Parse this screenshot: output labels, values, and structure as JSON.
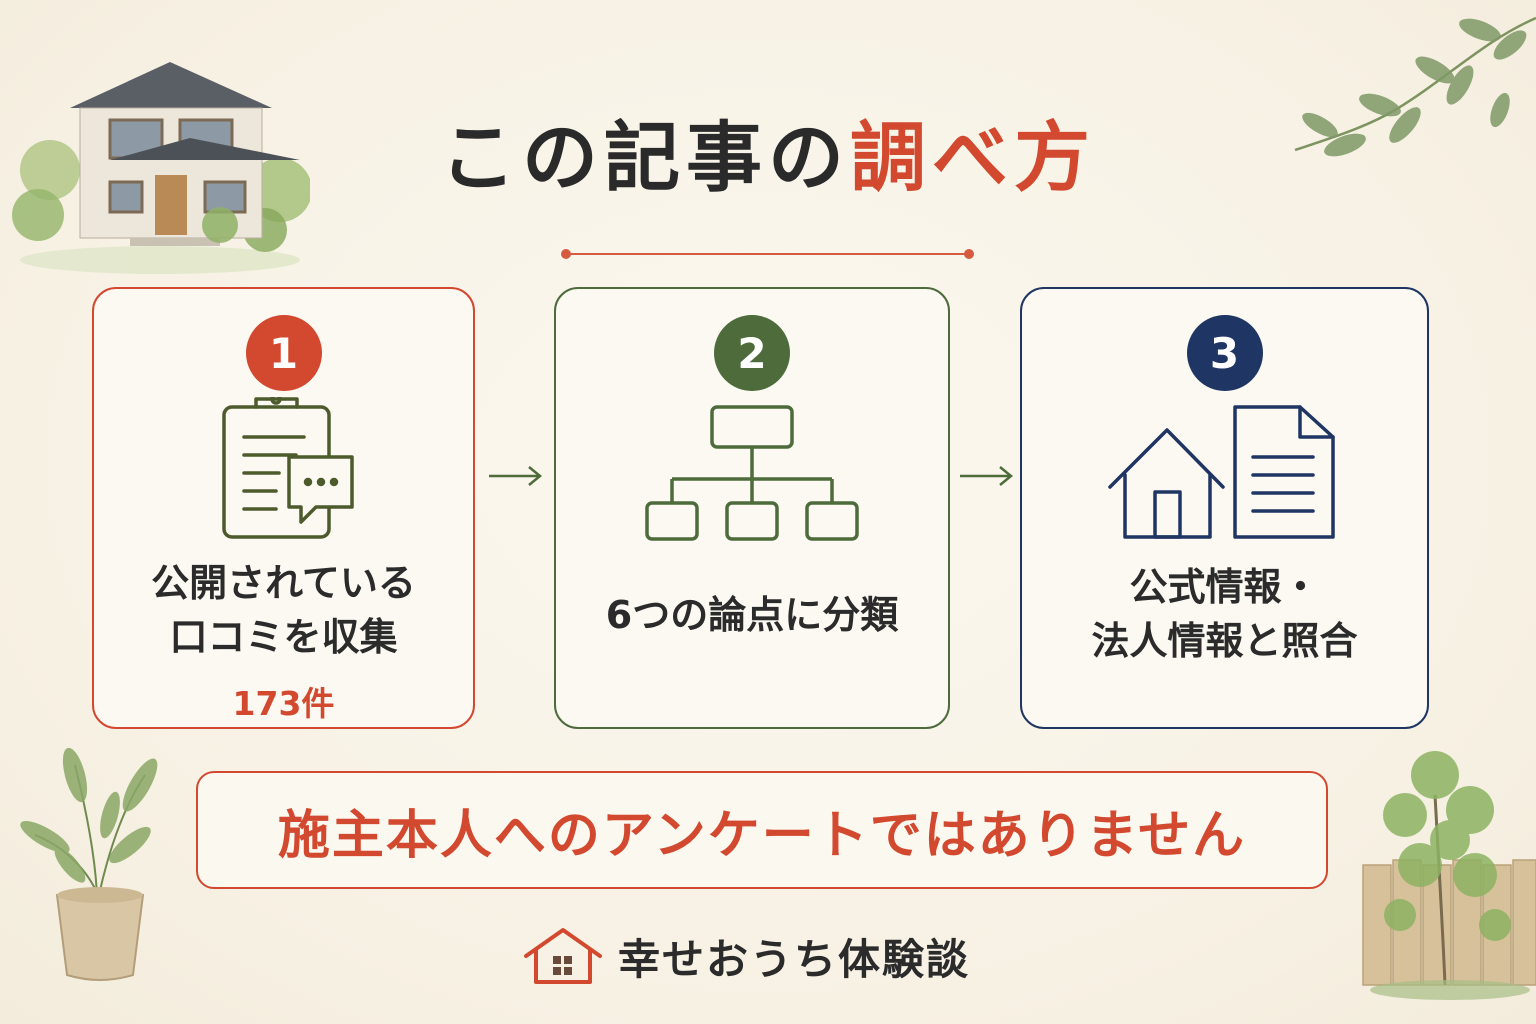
{
  "title": {
    "main": "この記事の",
    "accent": "調べ方"
  },
  "steps": [
    {
      "number": "1",
      "lines": [
        "公開されている",
        "口コミを収集"
      ],
      "count": "173件",
      "icon": "clipboard-chat-icon",
      "color": "#d2492f"
    },
    {
      "number": "2",
      "lines": [
        "6つの論点に分類"
      ],
      "icon": "tree-diagram-icon",
      "color": "#4d6b3b"
    },
    {
      "number": "3",
      "lines": [
        "公式情報・",
        "法人情報と照合"
      ],
      "icon": "house-document-icon",
      "color": "#1f3563"
    }
  ],
  "notice": "施主本人へのアンケートではありません",
  "brand": {
    "name": "幸せおうち体験談",
    "icon": "house-logo-icon"
  },
  "colors": {
    "accent": "#d2492f",
    "green": "#4d6b3b",
    "navy": "#1f3563",
    "background": "#f8f3e7"
  }
}
